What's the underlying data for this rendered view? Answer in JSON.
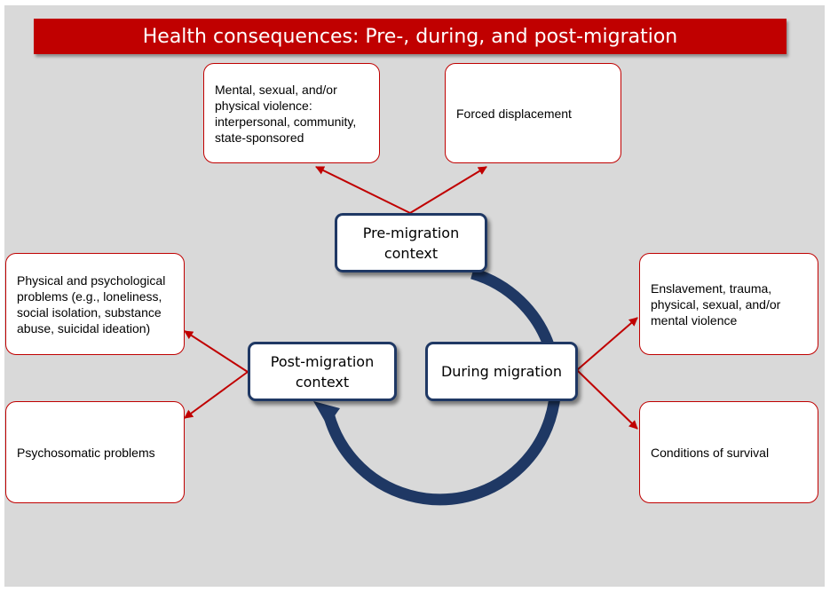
{
  "title": "Health consequences: Pre-, during, and post-migration",
  "contexts": {
    "pre": "Pre-migration\ncontext",
    "during": "During migration",
    "post": "Post-migration\ncontext"
  },
  "consequences": {
    "pre": [
      "Mental, sexual, and/or physical violence: interpersonal, community, state-sponsored",
      "Forced displacement"
    ],
    "during": [
      "Enslavement, trauma, physical, sexual, and/or mental violence",
      "Conditions of survival"
    ],
    "post": [
      "Physical and psychological problems (e.g., loneliness, social isolation, substance abuse, suicidal ideation)",
      "Psychosomatic problems"
    ]
  },
  "colors": {
    "accent_red": "#c00000",
    "cycle_navy": "#1f3864",
    "panel_gray": "#d9d9d9"
  }
}
